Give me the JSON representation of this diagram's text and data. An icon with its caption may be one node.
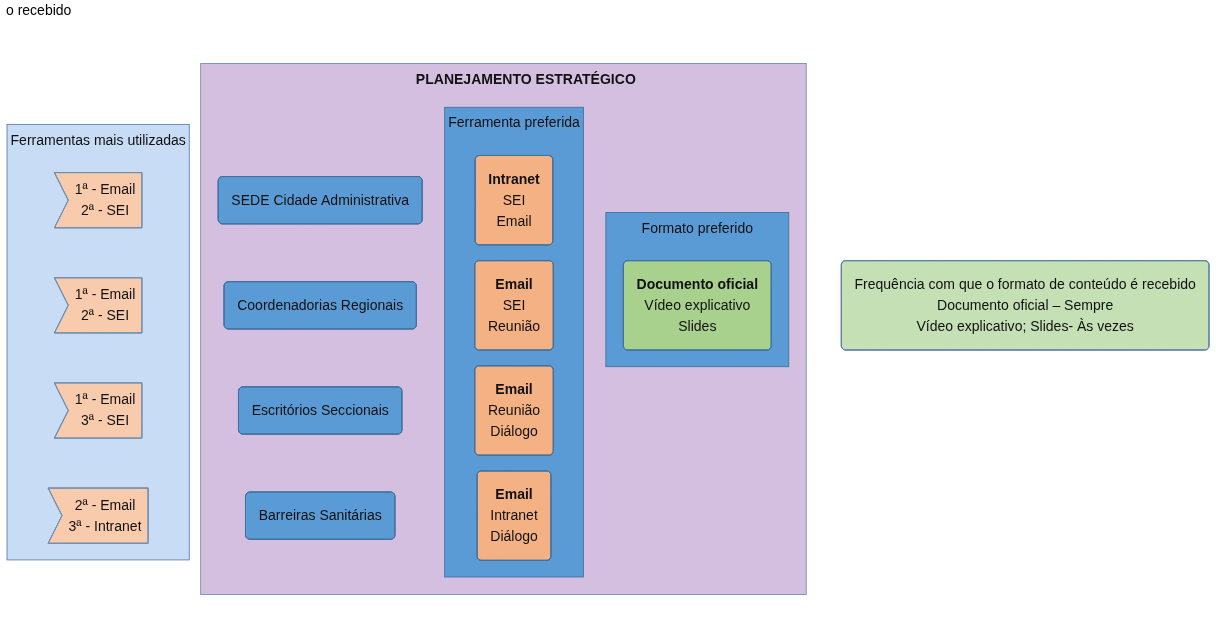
{
  "diagram": {
    "nodes": [
      {
        "text": [
          "Ferramentas mais utilizadas"
        ]
      },
      {
        "text": [
          "1ª - Email",
          "2ª - SEI"
        ],
        "in": 0
      },
      {
        "text": [
          "1ª - Email",
          "2ª - SEI"
        ],
        "in": 0
      },
      {
        "text": [
          "1ª - Email",
          "3ª - SEI"
        ],
        "in": 0
      },
      {
        "text": [
          "2ª - Email",
          "3ª - Intranet"
        ],
        "in": 0
      },
      {
        "text": [
          "PLANEJAMENTO ESTRATÉGICO"
        ]
      },
      {
        "text": [
          "SEDE Cidade Administrativa"
        ],
        "in": 5
      },
      {
        "text": [
          "Coordenadorias Regionais"
        ],
        "in": 5
      },
      {
        "text": [
          "Escritórios Seccionais"
        ],
        "in": 5
      },
      {
        "text": [
          "Barreiras Sanitárias"
        ],
        "in": 5
      },
      {
        "text": [
          "Ferramenta preferida"
        ],
        "in": 5
      },
      {
        "text": [
          "Intranet",
          "SEI",
          "Email"
        ],
        "in": 10
      },
      {
        "text": [
          "Email",
          "SEI",
          "Reunião"
        ],
        "in": 10
      },
      {
        "text": [
          "Email",
          "Reunião",
          "Diálogo"
        ],
        "in": 10
      },
      {
        "text": [
          "Email",
          "Intranet",
          "Diálogo"
        ],
        "in": 10
      },
      {
        "text": [
          "Formato preferido"
        ],
        "in": 5
      },
      {
        "text": [
          "Documento oficial",
          "Vídeo explicativo",
          "Slides"
        ],
        "in": 15
      },
      {
        "text": [
          "Frequência com que o formato de conteúdo é recebido",
          "Documento oficial – Sempre",
          "Vídeo explicativo; Slides- Às vezes"
        ]
      }
    ],
    "edges": [],
    "labels": [
      "o recebido"
    ]
  }
}
